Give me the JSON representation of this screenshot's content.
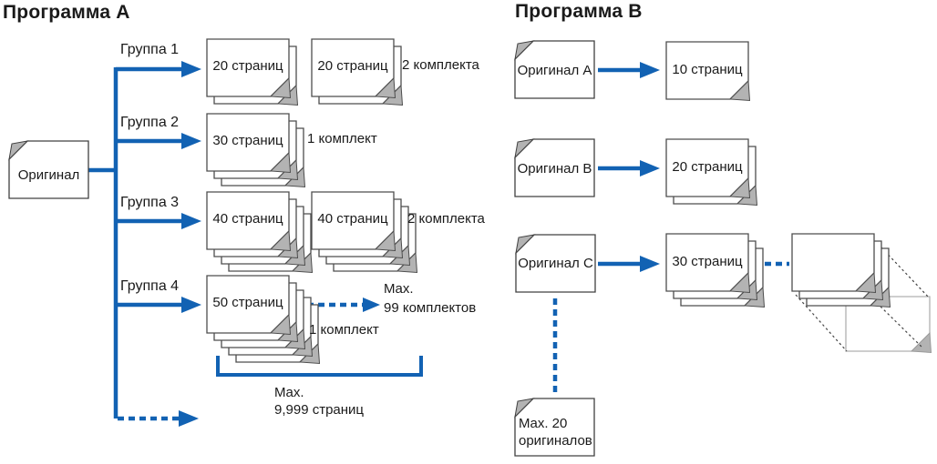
{
  "program_a": {
    "title": "Программа A",
    "source_label": "Оригинал",
    "groups": [
      {
        "label": "Группа 1",
        "stack1": "20 страниц",
        "stack2": "20 страниц",
        "note": "2 комплекта",
        "pages_per_stack": 2,
        "sets": 2
      },
      {
        "label": "Группа 2",
        "stack1": "30 страниц",
        "note": "1 комплект",
        "pages_per_stack": 3,
        "sets": 1
      },
      {
        "label": "Группа 3",
        "stack1": "40 страниц",
        "stack2": "40 страниц",
        "note": "2 комплекта",
        "pages_per_stack": 4,
        "sets": 2
      },
      {
        "label": "Группа 4",
        "stack1": "50 страниц",
        "note": "1 комплект",
        "max_line1": "Max.",
        "max_line2": "99 комплектов",
        "pages_per_stack": 5,
        "sets": 1
      }
    ],
    "bracket_line1": "Max.",
    "bracket_line2": "9,999 страниц"
  },
  "program_b": {
    "title": "Программа B",
    "rows": [
      {
        "source": "Оригинал A",
        "result": "10 страниц",
        "pages": 1
      },
      {
        "source": "Оригинал B",
        "result": "20 страниц",
        "pages": 2
      },
      {
        "source": "Оригинал C",
        "result": "30 страниц",
        "pages": 3
      }
    ],
    "max_doc_line1": "Max. 20",
    "max_doc_line2": "оригиналов"
  },
  "colors": {
    "accent_blue": "#1262b3",
    "fold_gray": "#b3b3b3",
    "page_border": "#4d4d4d",
    "ghost_gray": "#b0b0b0",
    "text": "#1a1a1a"
  }
}
